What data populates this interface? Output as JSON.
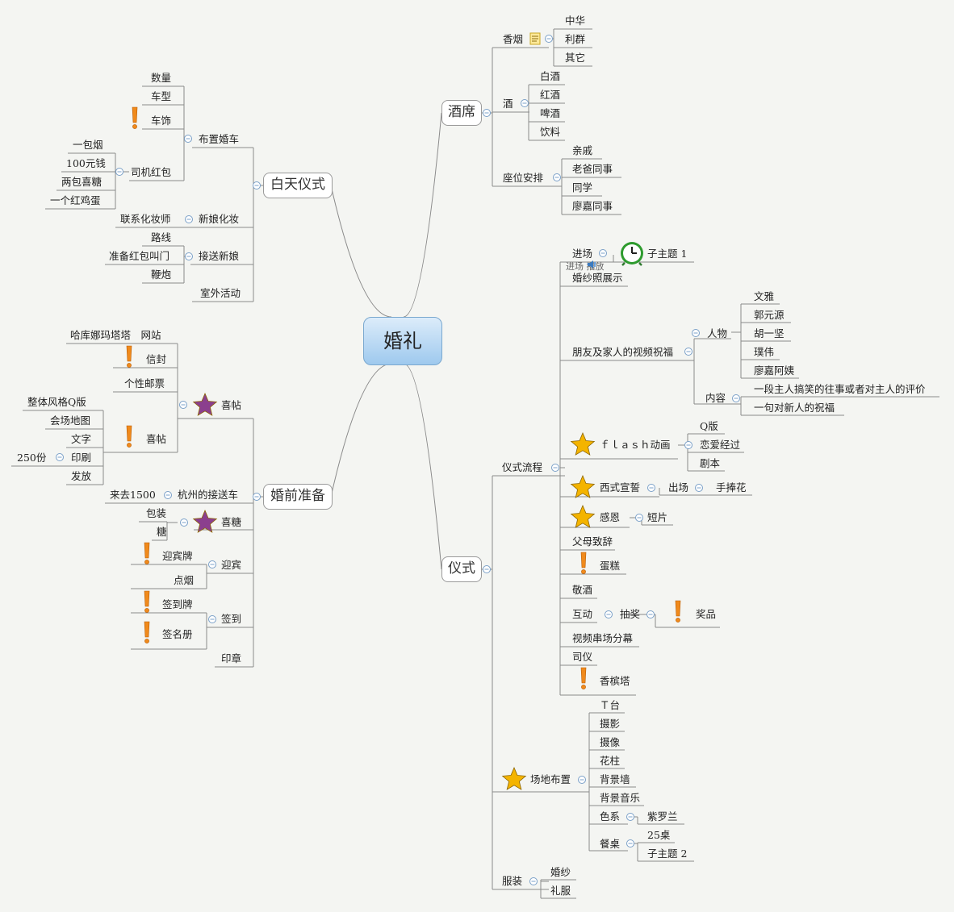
{
  "root": "婚礼",
  "main": {
    "jiuxi": "酒席",
    "baitian": "白天仪式",
    "hunqian": "婚前准备",
    "yishi": "仪式"
  },
  "jiuxi": {
    "xiangyan": "香烟",
    "zhonghua": "中华",
    "liqun": "利群",
    "qita": "其它",
    "jiu": "酒",
    "baijiu": "白酒",
    "hongjiu": "红酒",
    "pijiu": "啤酒",
    "yinliao": "饮料",
    "zuowei": "座位安排",
    "qinqi": "亲戚",
    "laoba": "老爸同事",
    "tongxue": "同学",
    "liaojia": "廖嘉同事"
  },
  "baitian": {
    "buzhi": "布置婚车",
    "shuliang": "数量",
    "chexing": "车型",
    "chesh": "车饰",
    "siji": "司机红包",
    "yibaoyan": "一包烟",
    "yuan100": "100元钱",
    "xitang2": "两包喜糖",
    "hongjidan": "一个红鸡蛋",
    "huazhuang": "新娘化妆",
    "lianxi": "联系化妆师",
    "jiesong": "接送新娘",
    "luxian": "路线",
    "jiaomen": "准备红包叫门",
    "bianpao": "鞭炮",
    "shiwai": "室外活动"
  },
  "hunqian": {
    "xitie": "喜帖",
    "wangzhan": "哈库娜玛塔塔　网站",
    "xinfeng": "信封",
    "youpiao": "个性邮票",
    "xitie2": "喜帖",
    "fengge": "整体风格Q版",
    "ditu": "会场地图",
    "wenzi": "文字",
    "yinshua": "印刷",
    "fen250": "250份",
    "fafang": "发放",
    "jiesongche": "杭州的接送车",
    "laiqu": "来去1500",
    "xitang": "喜糖",
    "baozhuang": "包装",
    "tang": "糖",
    "yingbin": "迎宾",
    "yingbinpai": "迎宾牌",
    "dianyan": "点烟",
    "qiandao": "签到",
    "qiandaopai": "签到牌",
    "qianmingce": "签名册",
    "yinzhang": "印章"
  },
  "yishi": {
    "liucheng": "仪式流程",
    "jinchang": "进场",
    "zizhuti1": "子主题 1",
    "tip": "进场 播放",
    "hunsha_zhan": "婚纱照展示",
    "zhufu": "朋友及家人的视频祝福",
    "renwu": "人物",
    "wenya": "文雅",
    "guoyuanyuan": "郭元源",
    "huyijian": "胡一坚",
    "puwei": "璞伟",
    "liaojiaayi": "廖嘉阿姨",
    "neirong": "内容",
    "yiduan": "一段主人搞笑的往事或者对主人的评价",
    "yiju": "一句对新人的祝福",
    "flash": "ｆｌａｓｈ动画",
    "qban": "Q版",
    "lianai": "恋爱经过",
    "juben": "剧本",
    "xishi": "西式宣誓",
    "chuchang": "出场",
    "shoupeng": "手捧花",
    "ganen": "感恩",
    "duanpian": "短片",
    "fumu": "父母致辞",
    "dangao": "蛋糕",
    "jingjiu": "敬酒",
    "hudong": "互动",
    "choujiang": "抽奖",
    "jiangpin": "奖品",
    "shipin": "视频串场分幕",
    "siyi": "司仪",
    "xiangbin": "香槟塔",
    "changdi": "场地布置",
    "tai": "Ｔ台",
    "sheying": "摄影",
    "shexiang": "摄像",
    "huazhu": "花柱",
    "beijingqiang": "背景墙",
    "beijingyinyue": "背景音乐",
    "sexi": "色系",
    "ziluolan": "紫罗兰",
    "canzhuo": "餐桌",
    "zhuo25": "25桌",
    "zizhuti2": "子主题 2",
    "fuzhuang": "服装",
    "hunsha": "婚纱",
    "lifu": "礼服"
  },
  "colors": {
    "line": "#8a8a8a",
    "root_top": "#dcecfa",
    "root_bottom": "#9ec9ee",
    "collapse": "#7aa0c8",
    "star_gold": "#f4b400",
    "star_purple": "#8b3f8e",
    "priority_orange": "#f08a1c",
    "alarm_green": "#2e9b2e"
  },
  "icons": [
    "star-icon",
    "purple-star-icon",
    "priority-icon",
    "note-icon",
    "alarm-clock-icon",
    "speaker-icon",
    "collapse-icon"
  ]
}
